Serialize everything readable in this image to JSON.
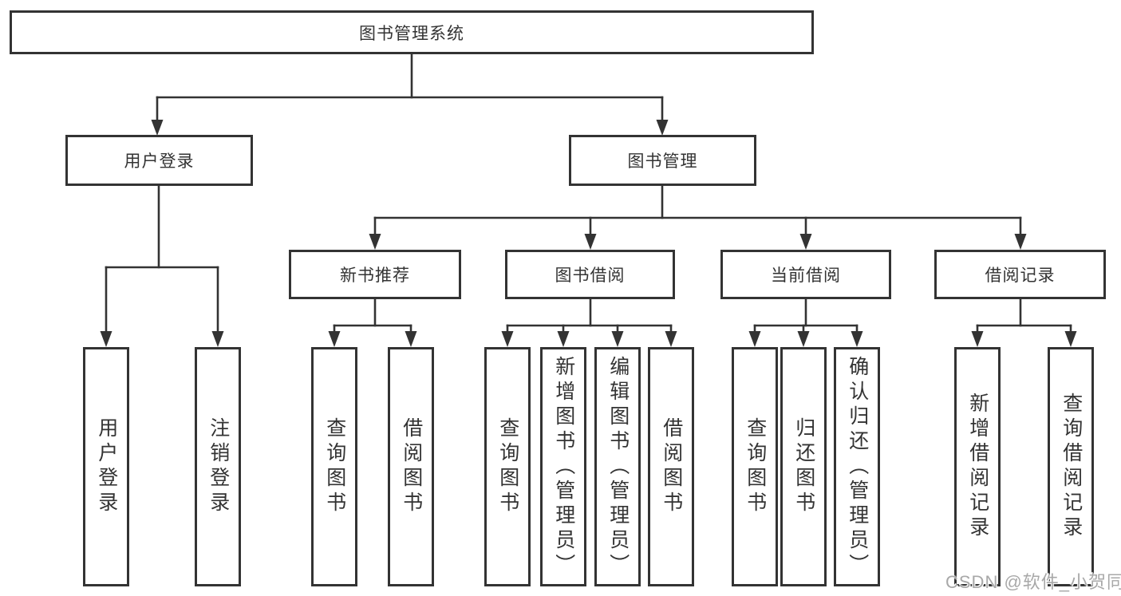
{
  "nodes": {
    "root": {
      "label": "图书管理系统"
    },
    "level2": [
      {
        "label": "用户登录"
      },
      {
        "label": "图书管理"
      }
    ],
    "level3": [
      {
        "label": "新书推荐"
      },
      {
        "label": "图书借阅"
      },
      {
        "label": "当前借阅"
      },
      {
        "label": "借阅记录"
      }
    ],
    "leaves": [
      {
        "label": "用户登录"
      },
      {
        "label": "注销登录"
      },
      {
        "label": "查询图书"
      },
      {
        "label": "借阅图书"
      },
      {
        "label": "查询图书"
      },
      {
        "label": "新增图书（管理员）"
      },
      {
        "label": "编辑图书（管理员）"
      },
      {
        "label": "借阅图书"
      },
      {
        "label": "查询图书"
      },
      {
        "label": "归还图书"
      },
      {
        "label": "确认归还（管理员）"
      },
      {
        "label": "新增借阅记录"
      },
      {
        "label": "查询借阅记录"
      }
    ]
  },
  "watermark": "CSDN @软件_小贺同学",
  "colors": {
    "line": "#333333",
    "text": "#333333",
    "background": "#ffffff",
    "watermark": "#a8a8a8"
  }
}
